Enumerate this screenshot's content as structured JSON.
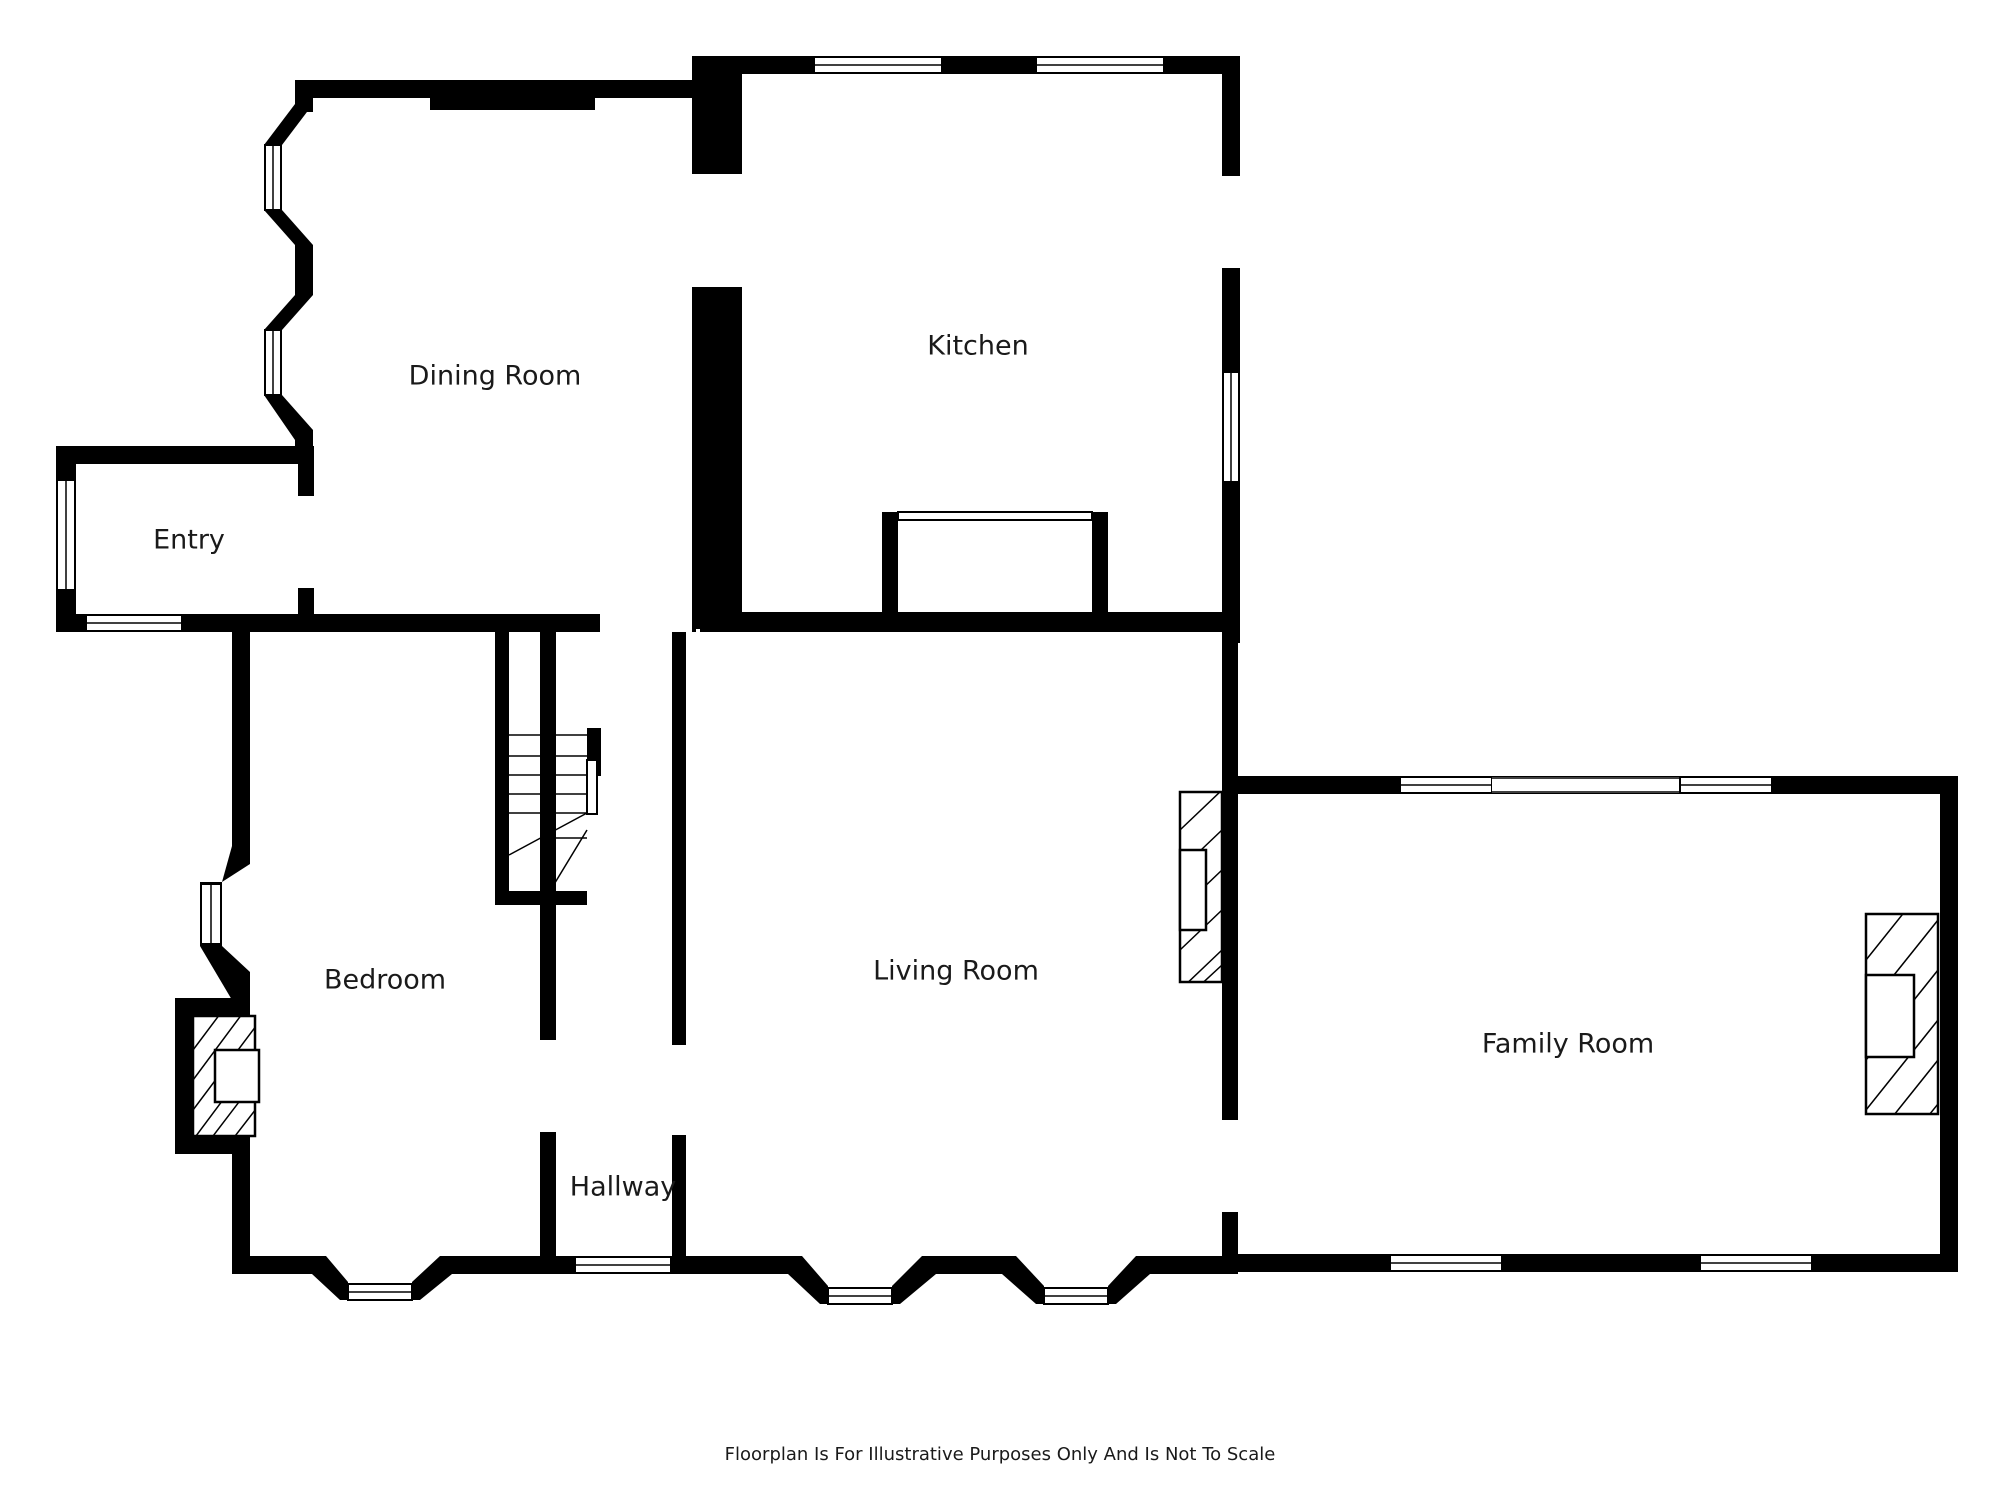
{
  "plan": {
    "rooms": {
      "dining": "Dining Room",
      "kitchen": "Kitchen",
      "entry": "Entry",
      "bedroom": "Bedroom",
      "hallway": "Hallway",
      "living": "Living Room",
      "family": "Family Room"
    },
    "disclaimer": "Floorplan Is For Illustrative Purposes Only And Is Not To Scale"
  }
}
